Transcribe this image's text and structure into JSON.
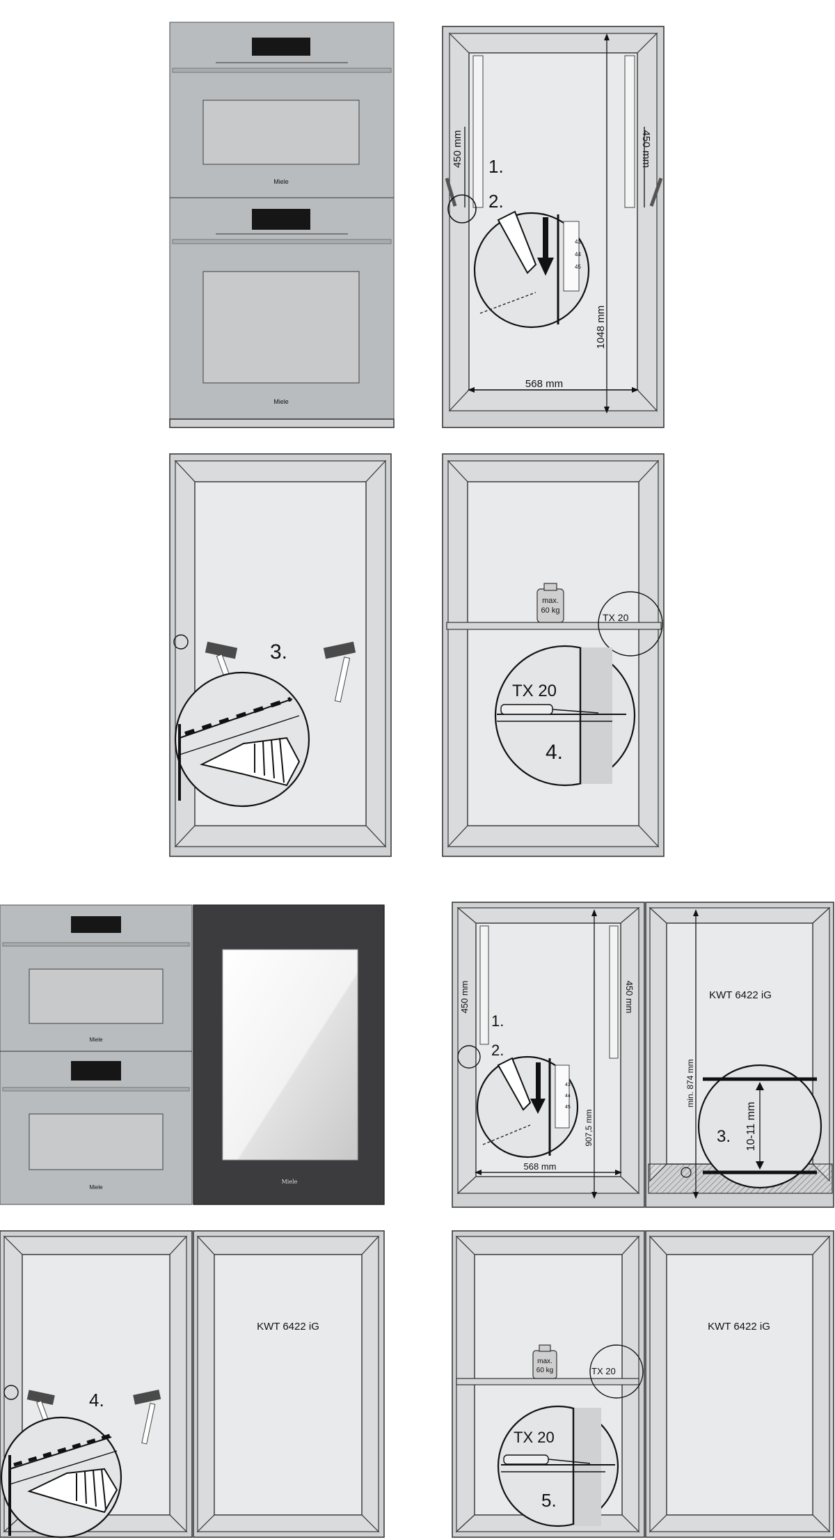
{
  "panel_a": {
    "oven_brand_top": "Miele",
    "oven_brand_bottom": "Miele"
  },
  "panel_b": {
    "step1": "1.",
    "step2": "2.",
    "dim_left": "450 mm",
    "dim_right": "450 mm",
    "dim_height": "1048 mm",
    "dim_width": "568 mm",
    "ruler_ticks": [
      "43",
      "44",
      "45"
    ]
  },
  "panel_c": {
    "step": "3."
  },
  "panel_d": {
    "weight": "max.\n60 kg",
    "weight_line1": "max.",
    "weight_line2": "60 kg",
    "tool_small": "TX 20",
    "tool_large": "TX 20",
    "step": "4."
  },
  "panel_e": {
    "oven_brand_top": "Miele",
    "oven_brand_bottom": "Miele",
    "wine_brand": "Miele"
  },
  "panel_f": {
    "step1": "1.",
    "step2": "2.",
    "step3": "3.",
    "dim_left": "450 mm",
    "dim_right": "450 mm",
    "dim_height": "907,5 mm",
    "dim_width": "568 mm",
    "dim_min": "min. 874 mm",
    "dim_gap": "10-11 mm",
    "model": "KWT 6422 iG",
    "ruler_ticks": [
      "43",
      "44",
      "45"
    ]
  },
  "panel_g": {
    "step": "4.",
    "model": "KWT 6422 iG"
  },
  "panel_h": {
    "weight_line1": "max.",
    "weight_line2": "60 kg",
    "tool_small": "TX 20",
    "tool_large": "TX 20",
    "step": "5.",
    "model": "KWT 6422 iG"
  },
  "colors": {
    "cabinet": "#cfd1d2",
    "interior": "#e9eaeb",
    "oven": "#b9bcbe",
    "wine_door": "#3c3b3d",
    "outline": "#3a3a3a"
  }
}
